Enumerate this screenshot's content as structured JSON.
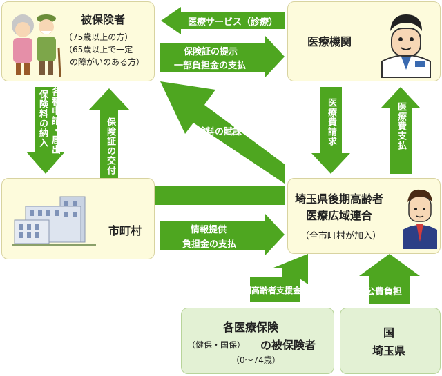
{
  "nodes": {
    "insured": {
      "title": "被保険者",
      "sub1": "（75歳以上の方）",
      "sub2": "（65歳以上で一定",
      "sub3": "の障がいのある方）"
    },
    "medical": {
      "title": "医療機関"
    },
    "union": {
      "title1": "埼玉県後期高齢者",
      "title2": "医療広域連合",
      "sub": "（全市町村が加入）"
    },
    "city": {
      "title": "市町村"
    },
    "insurers": {
      "title1": "各医療保険",
      "title2a": "（健保・国保）",
      "title2b": "の被保険者",
      "sub": "（0〜74歳）"
    },
    "national": {
      "line1": "国",
      "line2": "埼玉県"
    }
  },
  "arrows": {
    "medical_service": "医療サービス（診療）",
    "card_present": "保険証の提示",
    "partial_payment": "一部負担金の支払",
    "applications": "各種申請・届出",
    "premium_payment": "保険料の納入",
    "card_issue": "保険証の交付",
    "premium_levy": "保険料の賦課",
    "medical_billing": "医療費請求",
    "medical_payment": "医療費支払",
    "info_provide": "情報提供",
    "burden_payment": "負担金の支払",
    "support_fund": "後期高齢者支援金",
    "public_burden": "公費負担"
  },
  "colors": {
    "arrow": "#4ea620",
    "box_yellow": "#fdfbdc",
    "box_green": "#e3f1d4"
  },
  "icons": [
    "elderly-couple-icon",
    "doctor-icon",
    "city-building-icon",
    "official-icon"
  ]
}
